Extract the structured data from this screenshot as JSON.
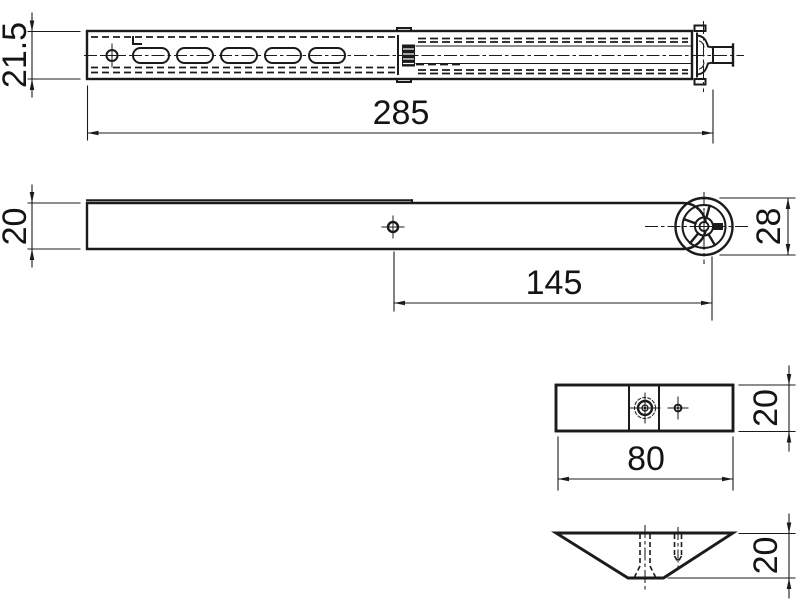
{
  "drawing": {
    "type": "technical-dimension-drawing",
    "background": "#ffffff",
    "line_color": "#1b1b1b",
    "views": {
      "rail_top_view": "telescopic slide rail with slots and end roller",
      "arm_side_view": "flat arm with mounting hole and spoked roller wheel",
      "bracket_top_view": "mounting bracket plate with two fixing holes",
      "bracket_front_view": "tapered mounting bracket with hidden screws"
    },
    "dims": {
      "rail_height": "21.5",
      "rail_length": "285",
      "arm_thickness": "20",
      "arm_hole_to_axle": "145",
      "roller_diameter": "28",
      "bracket_width": "80",
      "bracket_depth": "20",
      "bracket_height": "20"
    }
  }
}
